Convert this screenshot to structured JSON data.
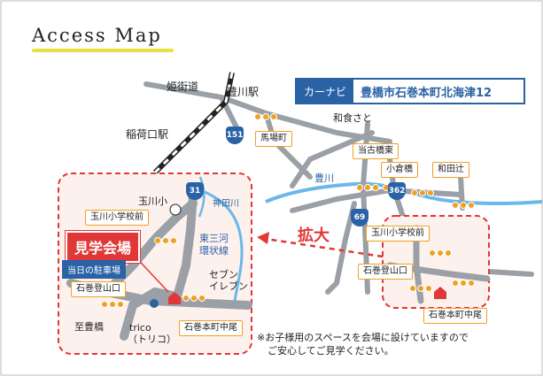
{
  "header": {
    "title": "Access Map"
  },
  "car_navi": {
    "label": "カーナビ",
    "address": "豊橋市石巻本町北海津12"
  },
  "overview": {
    "places": {
      "himekaido": "姫街道",
      "toyokawa_station": "豊川駅",
      "inariguchi_station": "稲荷口駅",
      "washoku_sato": "和食さと",
      "river": "豊川"
    },
    "intersections": {
      "bamacho": "馬場町",
      "touko_bashi_higashi": "当古橋東",
      "ogura_bashi": "小倉橋",
      "wadatsuji": "和田辻",
      "tamagawa_school_mae": "玉川小学校前",
      "ishimaki_tozanguchi": "石巻登山口",
      "ishimaki_honmachi_nakao": "石巻本町中尾"
    },
    "routes": {
      "r151": "151",
      "r362": "362",
      "r69": "69"
    }
  },
  "zoom_label": "拡大",
  "detail": {
    "venue_label": "見学会場",
    "parking_label": "当日の駐車場",
    "places": {
      "tamagawa_school": "玉川小",
      "kamidagawa": "神田川",
      "higashi_mikawa": "東三河",
      "kanjosen": "環状線",
      "seven_eleven_1": "セブン",
      "seven_eleven_2": "イレブン",
      "to_toyohashi": "至豊橋",
      "trico": "trico",
      "trico_kana": "（トリコ）"
    },
    "intersections": {
      "tamagawa_school_mae": "玉川小学校前",
      "ishimaki_tozanguchi": "石巻登山口",
      "ishimaki_honmachi_nakao": "石巻本町中尾"
    },
    "routes": {
      "r31": "31"
    }
  },
  "note": {
    "line1": "※お子様用のスペースを会場に設けていますので",
    "line2": "ご安心してご見学ください。"
  },
  "colors": {
    "road": "#9aa0a6",
    "river": "#6ab8e8",
    "signal": "#f0a020",
    "accent": "#e03838",
    "blue": "#2a62a6"
  }
}
